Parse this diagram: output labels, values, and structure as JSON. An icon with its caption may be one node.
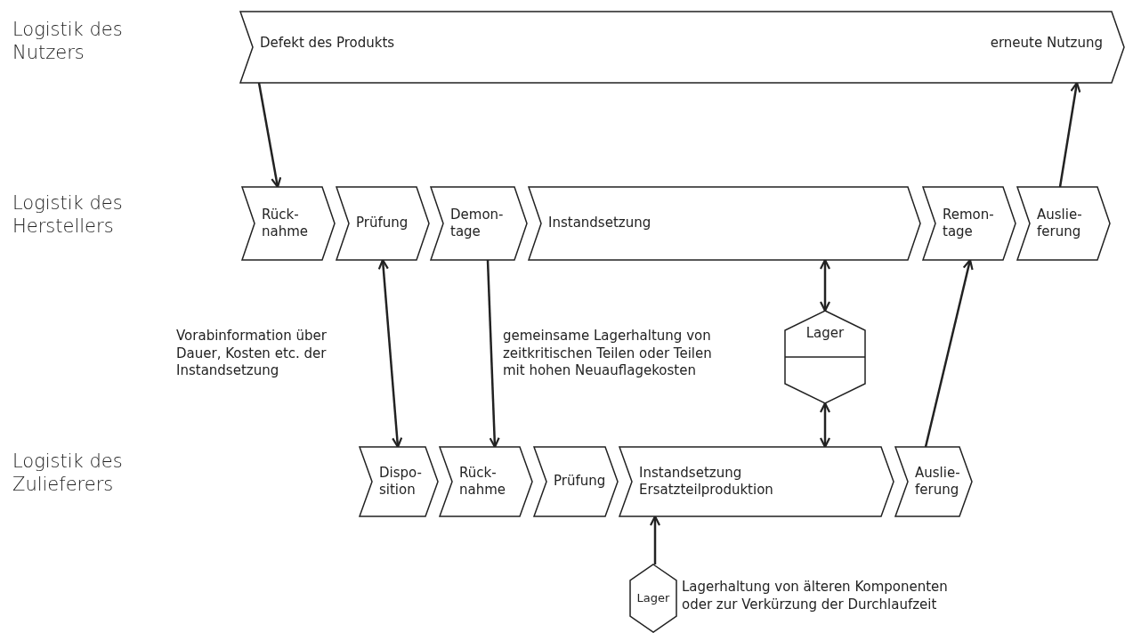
{
  "diagram": {
    "nodes": [
      {
        "text": [
          "Defekt des Produkts",
          "erneute Nutzung"
        ]
      },
      {
        "text": [
          "Rück- nahme"
        ]
      },
      {
        "text": [
          "Prüfung"
        ]
      },
      {
        "text": [
          "Demon- tage"
        ]
      },
      {
        "text": [
          "Instandsetzung"
        ]
      },
      {
        "text": [
          "Remon- tage"
        ]
      },
      {
        "text": [
          "Auslie- ferung"
        ]
      },
      {
        "text": [
          "Lager"
        ]
      },
      {
        "text": [
          "Dispo- sition"
        ]
      },
      {
        "text": [
          "Rück- nahme"
        ]
      },
      {
        "text": [
          "Prüfung"
        ]
      },
      {
        "text": [
          "Instandsetzung Ersatzteilproduktion"
        ]
      },
      {
        "text": [
          "Auslie- ferung"
        ]
      },
      {
        "text": [
          "Lager"
        ],
        "beside": [
          "Lagerhaltung von älteren Komponenten oder zur Verkürzung der Durchlaufzeit"
        ]
      }
    ],
    "edges": [
      {
        "from": 0,
        "to": 1,
        "arrow": "to"
      },
      {
        "from": 6,
        "to": 0,
        "arrow": "to"
      },
      {
        "from": 2,
        "to": 8,
        "arrow": "both"
      },
      {
        "from": 3,
        "to": 9,
        "arrow": "to"
      },
      {
        "from": 4,
        "to": 7,
        "arrow": "both"
      },
      {
        "from": 7,
        "to": 11,
        "arrow": "both"
      },
      {
        "from": 12,
        "to": 5,
        "arrow": "to"
      },
      {
        "from": 13,
        "to": 11,
        "arrow": "to"
      }
    ],
    "labels": [
      "Logistik des Nutzers",
      "Logistik des Herstellers",
      "Logistik des Zulieferers",
      "Vorabinformation über Dauer, Kosten etc. der Instandsetzung",
      "gemeinsame Lagerhaltung von zeitkritischen Teilen oder Teilen mit hohen Neuauflagekosten"
    ]
  }
}
